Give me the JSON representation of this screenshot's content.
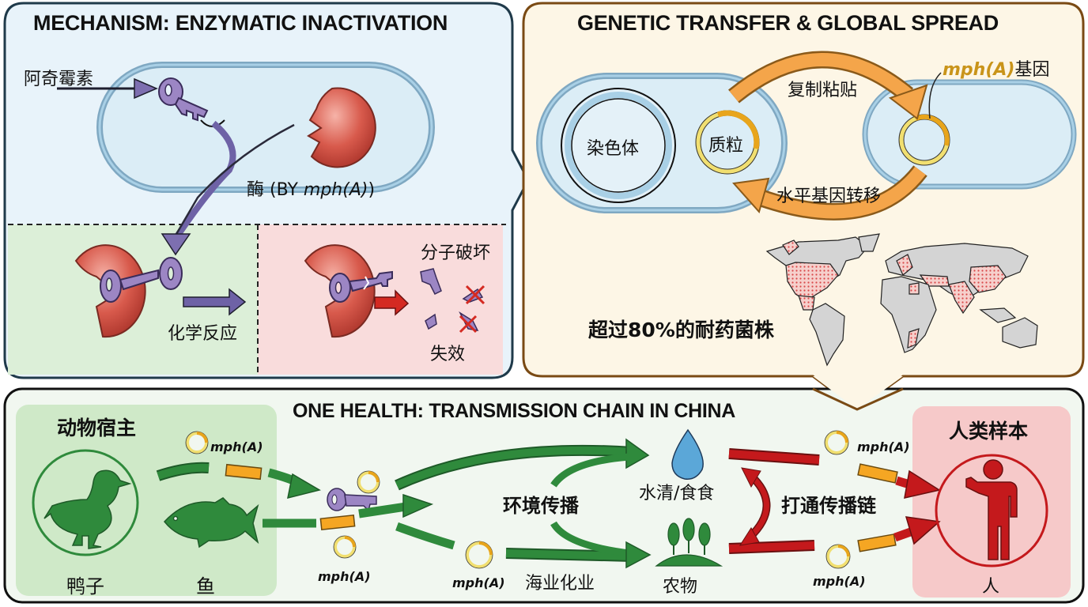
{
  "panels": {
    "mechanism": {
      "title": "MECHANISM: ENZYMATIC INACTIVATION",
      "antibiotic_label": "阿奇霉素",
      "enzyme_label_prefix": "酶 (BY ",
      "enzyme_label_gene": "mph(A)",
      "enzyme_label_suffix": ")",
      "reaction_label": "化学反应",
      "destruction_label": "分子破坏",
      "inactive_label": "失效"
    },
    "genetic": {
      "title": "GENETIC TRANSFER & GLOBAL SPREAD",
      "chromosome_label": "染色体",
      "plasmid_label": "质粒",
      "copy_paste_label": "复制粘贴",
      "hgt_label": "水平基因转移",
      "gene_label_gene": "mph(A)",
      "gene_label_suffix": "基因",
      "stat_label": "超过80%的耐药菌株"
    },
    "one_health": {
      "title": "ONE HEALTH: TRANSMISSION CHAIN IN CHINA",
      "animal_host_title": "动物宿主",
      "duck_label": "鸭子",
      "fish_label": "鱼",
      "gene_tag": "mph(A)",
      "env_spread_label": "环境传播",
      "water_food_label": "水清/食食",
      "aquaculture_label": "海业化业",
      "crops_label": "农物",
      "link_chain_label": "打通传播链",
      "human_sample_title": "人类样本",
      "human_label": "人"
    }
  },
  "colors": {
    "mech_bg": "#e8f3fa",
    "mech_border": "#1f3a4a",
    "genetic_bg": "#fdf6e6",
    "genetic_border": "#7a4a14",
    "onehealth_bg": "#f1f7f0",
    "animal_bg": "#cfe9c8",
    "human_bg": "#f6c9c9",
    "green_arrow": "#2f8a3c",
    "red_arrow": "#c4191c",
    "orange_arrow": "#f4a54a",
    "gene_gold": "#c9941a",
    "key_purple": "#9c86c4",
    "enzyme_red": "#d9574a"
  }
}
